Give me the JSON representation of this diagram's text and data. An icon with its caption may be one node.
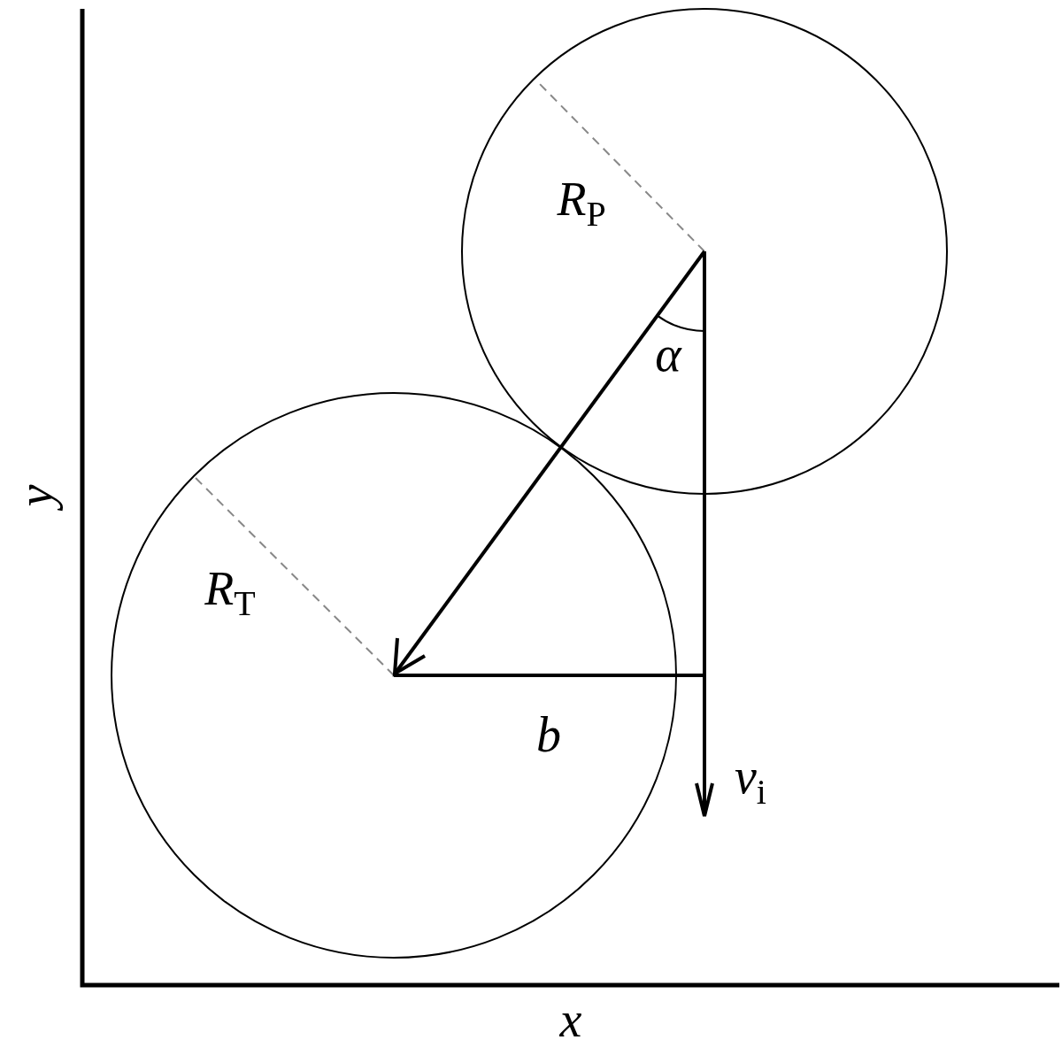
{
  "diagram": {
    "nodes": [
      {
        "text": [
          "*R*$_{P}$"
        ]
      },
      {
        "text": [
          "*R*$_{T}$"
        ]
      }
    ],
    "labels": [
      "α",
      "*v*$_{i}$",
      "b",
      "y",
      "x"
    ]
  }
}
